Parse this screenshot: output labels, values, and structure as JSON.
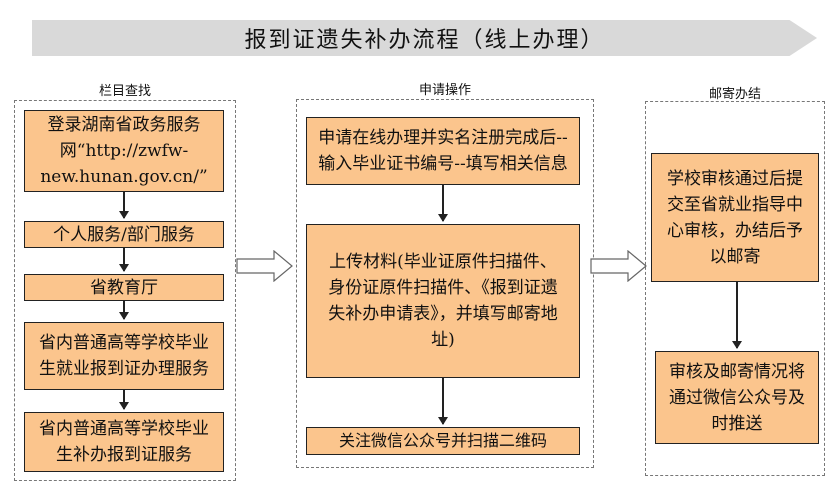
{
  "banner": {
    "title": "报到证遗失补办流程（线上办理）"
  },
  "columns": [
    {
      "label": "栏目查找",
      "boxes": [
        "登录湖南省政务服务网“http://zwfw-new.hunan.gov.cn/”",
        "个人服务/部门服务",
        "省教育厅",
        "省内普通高等学校毕业生就业报到证办理服务",
        "省内普通高等学校毕业生补办报到证服务"
      ]
    },
    {
      "label": "申请操作",
      "boxes": [
        "申请在线办理并实名注册完成后--输入毕业证书编号--填写相关信息",
        "上传材料(毕业证原件扫描件、身份证原件扫描件、《报到证遗失补办申请表》，并填写邮寄地址)",
        "关注微信公众号并扫描二维码"
      ]
    },
    {
      "label": "邮寄办结",
      "boxes": [
        "学校审核通过后提交至省就业指导中心审核，办结后予以邮寄",
        "审核及邮寄情况将通过微信公众号及时推送"
      ]
    }
  ]
}
